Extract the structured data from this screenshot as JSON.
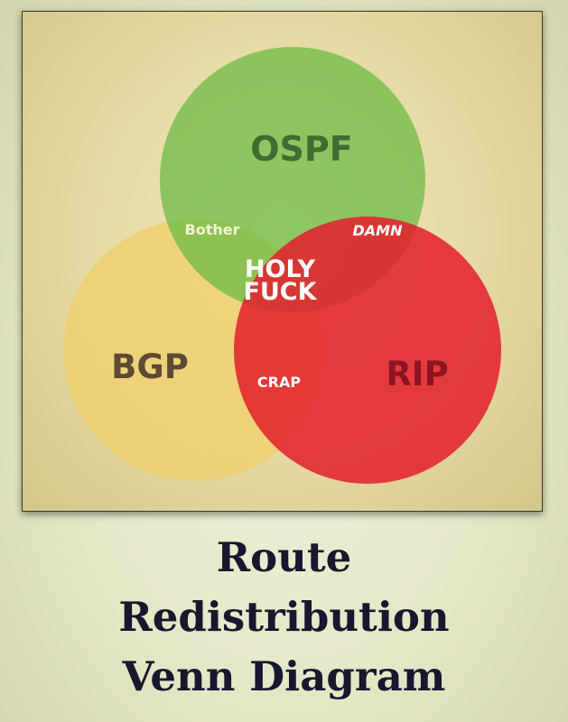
{
  "diagram": {
    "sets": [
      {
        "id": "ospf",
        "label": "OSPF",
        "color": "#6bbc44",
        "text_color": "#3e6d31"
      },
      {
        "id": "bgp",
        "label": "BGP",
        "color": "#f0d06d",
        "text_color": "#5e4a33"
      },
      {
        "id": "rip",
        "label": "RIP",
        "color": "#e3202d",
        "text_color": "#8c1420"
      }
    ],
    "regions": [
      {
        "id": "ospf-bgp",
        "label": "Bother",
        "sets": [
          "ospf",
          "bgp"
        ],
        "color": "#f4f2d4"
      },
      {
        "id": "ospf-rip",
        "label": "DAMN",
        "sets": [
          "ospf",
          "rip"
        ],
        "color": "#ffffff"
      },
      {
        "id": "bgp-rip",
        "label": "CRAP",
        "sets": [
          "bgp",
          "rip"
        ],
        "color": "#ffffff"
      },
      {
        "id": "all",
        "label_lines": [
          "HOLY",
          "FUCK"
        ],
        "sets": [
          "ospf",
          "bgp",
          "rip"
        ],
        "color": "#ffffff"
      }
    ]
  },
  "title": {
    "lines": [
      "Route",
      "Redistribution",
      "Venn Diagram"
    ],
    "color": "#17182e"
  }
}
